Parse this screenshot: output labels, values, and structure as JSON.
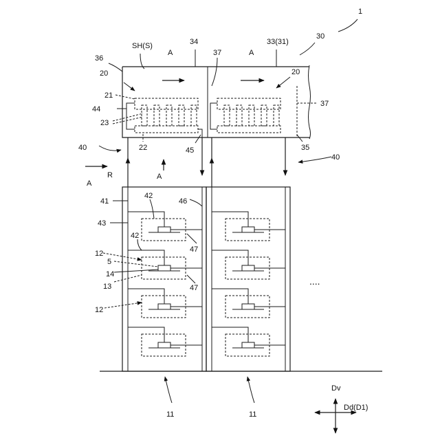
{
  "labels": {
    "l1": "1",
    "l30": "30",
    "l33": "33(31)",
    "l34": "34",
    "lSH": "SH(S)",
    "l36": "36",
    "lA_top1": "A",
    "l37a": "37",
    "lA_top2": "A",
    "l20a": "20",
    "l20b": "20",
    "l21": "21",
    "l44": "44",
    "l23": "23",
    "l37b": "37",
    "l22": "22",
    "l45": "45",
    "l35": "35",
    "l40a": "40",
    "l40b": "40",
    "lA_left": "A",
    "lR": "R",
    "lA_mid": "A",
    "l41": "41",
    "l42a": "42",
    "l46": "46",
    "l43": "43",
    "l42b": "42",
    "l47a": "47",
    "l12a": "12",
    "l5": "5",
    "l14": "14",
    "l13": "13",
    "l47b": "47",
    "l12b": "12",
    "lDots": "....",
    "l11a": "11",
    "l11b": "11",
    "lDv": "Dv",
    "lDd": "Dd(D1)"
  }
}
